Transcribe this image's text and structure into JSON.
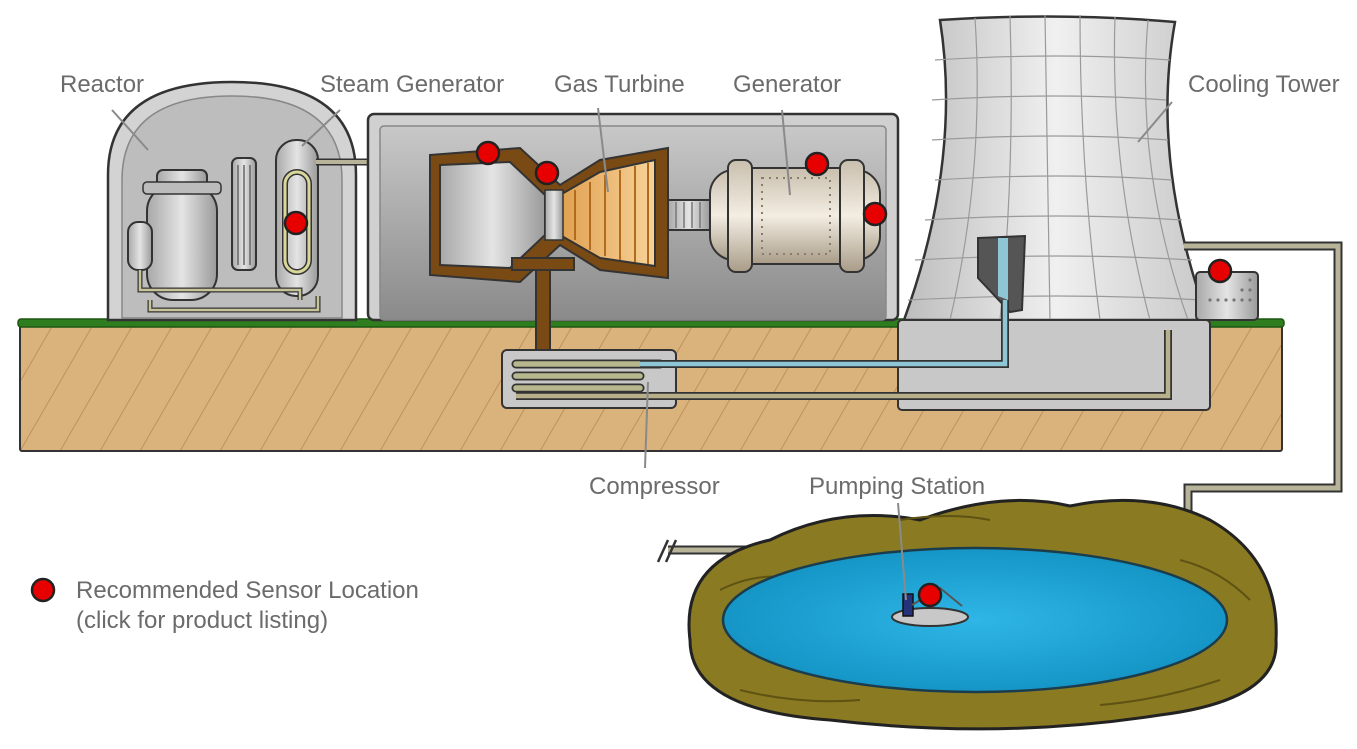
{
  "labels": {
    "reactor": "Reactor",
    "steam_generator": "Steam Generator",
    "gas_turbine": "Gas Turbine",
    "generator": "Generator",
    "cooling_tower": "Cooling Tower",
    "compressor": "Compressor",
    "pumping_station": "Pumping Station"
  },
  "legend": {
    "line1": "Recommended Sensor Location",
    "line2": "(click for product listing)"
  },
  "colors": {
    "sensor": "#e60000",
    "grass": "#2e7d1e",
    "soil": "#d9b27c",
    "water": "#1aa7d6",
    "mud": "#8a7a22",
    "turbine_brown": "#7a4a14"
  },
  "sensors": [
    "steam-generator",
    "turbine-inlet",
    "turbine-casing",
    "generator-top",
    "generator-side",
    "cooling-pump",
    "pumping-station"
  ]
}
